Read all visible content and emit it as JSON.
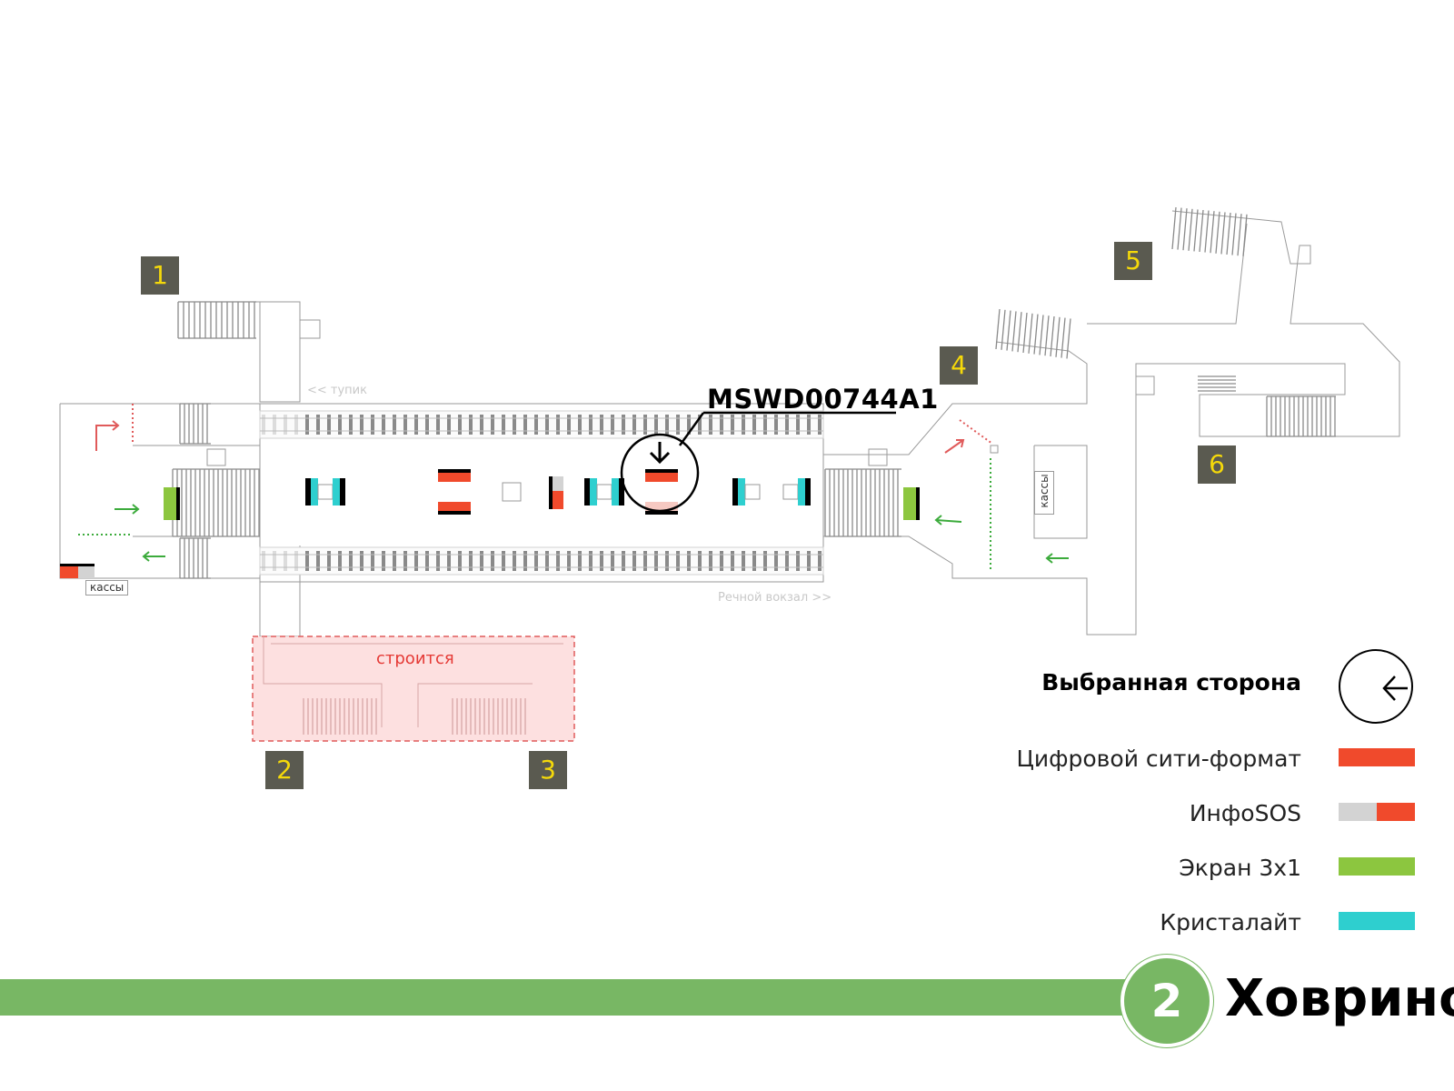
{
  "station": {
    "line_number": "2",
    "name": "Ховрино",
    "line_color": "#78b764"
  },
  "map": {
    "selected_code": "MSWD00744A1",
    "direction_left": "<< тупик",
    "direction_right": "Речной вокзал >>",
    "ticket_office_left": "кассы",
    "ticket_office_right": "кассы",
    "construction_label": "строится",
    "exits": [
      "1",
      "2",
      "3",
      "4",
      "5",
      "6"
    ]
  },
  "legend": {
    "selected_side_title": "Выбранная сторона",
    "selected_side_icon": "arrow-left-icon",
    "items": [
      {
        "label": "Цифровой сити-формат",
        "colors": [
          "#f04a2c"
        ]
      },
      {
        "label": "ИнфоSOS",
        "colors": [
          "#d3d3d3",
          "#f04a2c"
        ]
      },
      {
        "label": "Экран 3х1",
        "colors": [
          "#8cc63f"
        ]
      },
      {
        "label": "Кристалайт",
        "colors": [
          "#2ecfcf"
        ]
      }
    ]
  },
  "colors": {
    "digital_city_format": "#f04a2c",
    "screen_3x1": "#8cc63f",
    "crystalight": "#2ecfcf",
    "construction_fill": "#fde0e0",
    "construction_border": "#e05a5a",
    "exit_badge": "#5a5a50",
    "exit_number": "#f5d90a"
  }
}
